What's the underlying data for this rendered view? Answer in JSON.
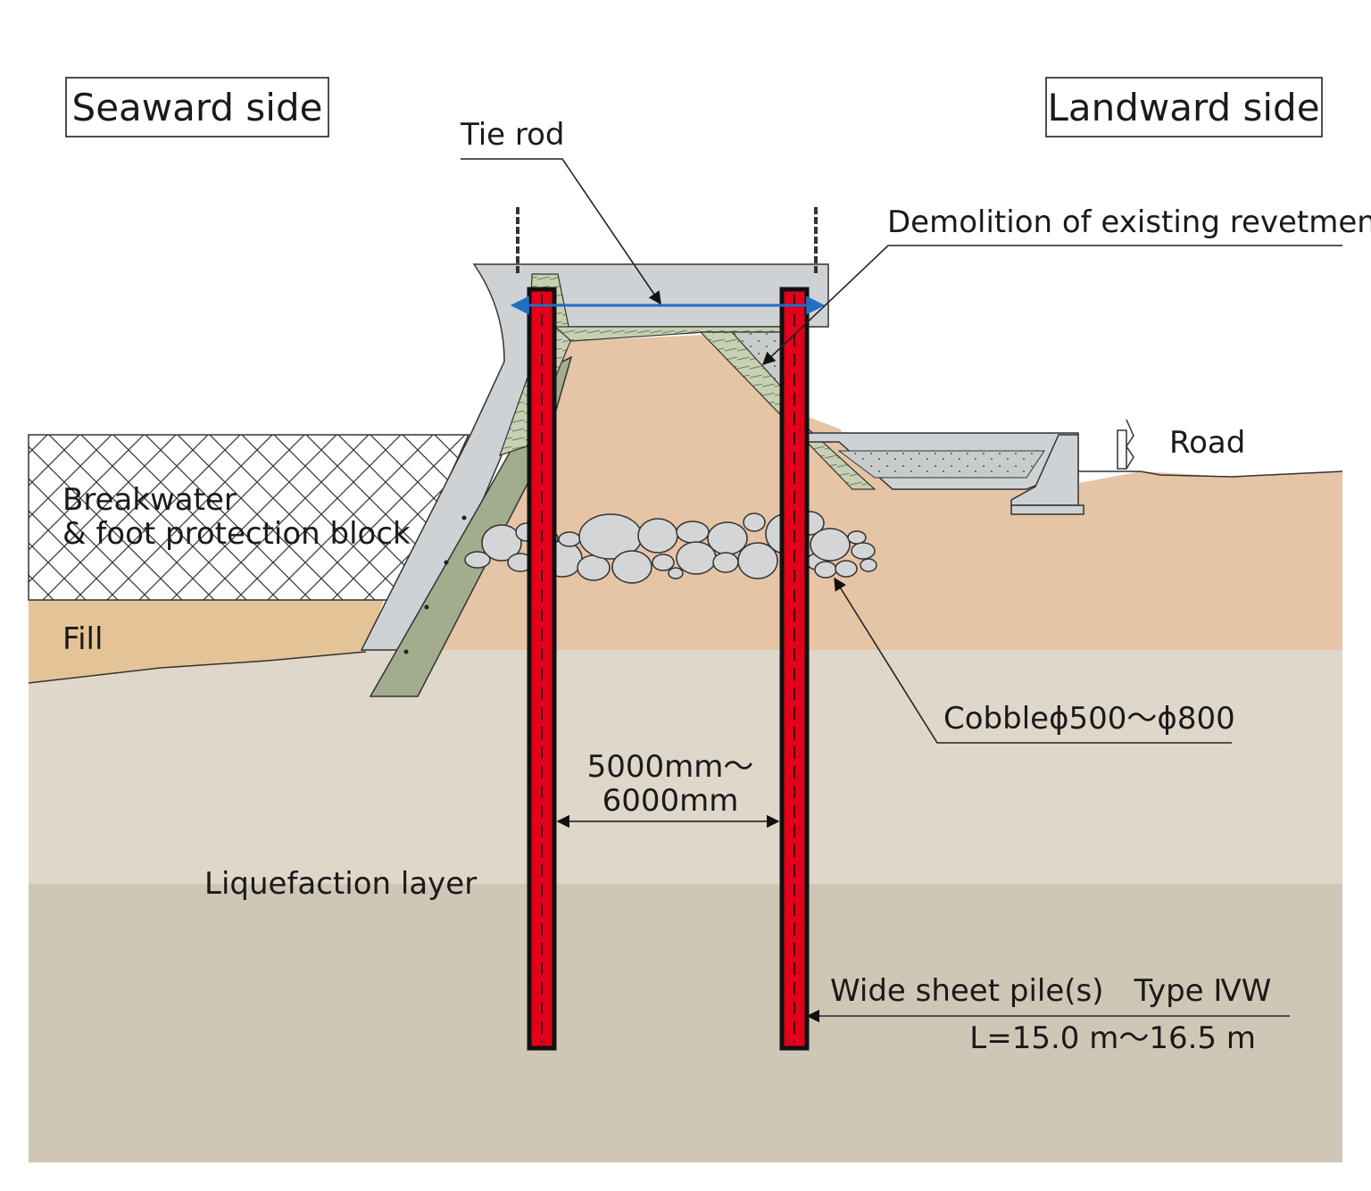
{
  "labels": {
    "seaward": "Seaward side",
    "landward": "Landward side",
    "tie_rod": "Tie rod",
    "demolition": "Demolition of existing revetment",
    "road": "Road",
    "breakwater_line1": "Breakwater",
    "breakwater_line2": "& foot protection block",
    "fill": "Fill",
    "cobble": "Cobbleϕ500～ϕ800",
    "spacing_line1": "5000mm～",
    "spacing_line2": "6000mm",
    "liquefaction": "Liquefaction layer",
    "sheet_pile_line1": "Wide sheet pile(s) Type ⅣW",
    "sheet_pile_line2": "L=15.0 m～16.5 m"
  },
  "colors": {
    "sheet_pile_fill": "#e2001a",
    "sheet_pile_outline": "#111111",
    "tie_rod": "#1f6fc5",
    "concrete": "#cfd2d4",
    "fill_soil": "#e4c396",
    "embankment_soil": "#e6c4a6",
    "liquefaction_layer": "#dfd7ca",
    "deep_layer": "#d0c6b5",
    "revetment_green": "#a3ad8e",
    "cobble": "#d4d5d7"
  }
}
